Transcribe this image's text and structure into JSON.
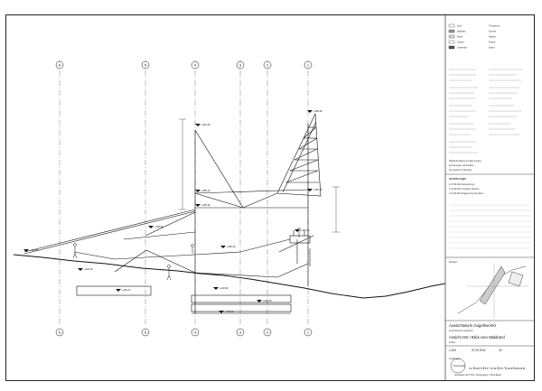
{
  "drawing": {
    "project_title": "Aussichtsturm Gugelhorn/Kt",
    "project_subtitle": "Aussichtsturm Gugelhorn",
    "sheet_title": "Ansicht Ost / Blick vom Waldrand",
    "sheet_subtitle": "Aufriss",
    "scale_label": "1:100",
    "date_label": "07.09.2011",
    "drawing_number": "24",
    "format_label": "A1/A2 quer",
    "office_name": "schneider/studer/kaufmann",
    "office_address": "Architekten ETH SIA / Gerbergasse / 4001 Basel",
    "stamp_text": "Planfreigabe"
  },
  "axes": {
    "top": [
      "6",
      "5",
      "4",
      "3",
      "2",
      "1"
    ],
    "bottom": [
      "6",
      "5",
      "4",
      "3",
      "2",
      "1"
    ]
  },
  "elevation_markers": [
    "+461.40",
    "+459.20",
    "+455.10",
    "+452.75",
    "+450.30",
    "+448.90",
    "+447.60",
    "+446.20",
    "+445.80",
    "+444.15",
    "+443.70",
    "+442.90",
    "+441.25",
    "+440.10"
  ],
  "legend": {
    "group1": [
      "Holz",
      "Stahlbau",
      "Beton",
      "Terrain",
      "Gelaender"
    ],
    "group2": [
      "Fundament",
      "Stuetze",
      "Rampe",
      "Podest",
      "Spitze"
    ],
    "notes": [
      "Sämtliche Masse am Bau pruefen",
      "Aenderungen vorbehalten",
      "Nur gueltig mit Stempel"
    ]
  },
  "revisions": {
    "header": "Aenderungen",
    "rows": [
      "a  07.09.2011  Ausfuehrung",
      "b  14.09.2011  Korrektur Hoehen",
      "c  21.09.2011  Ergaenzung Fundation"
    ]
  },
  "keyplan_label": "Situation"
}
